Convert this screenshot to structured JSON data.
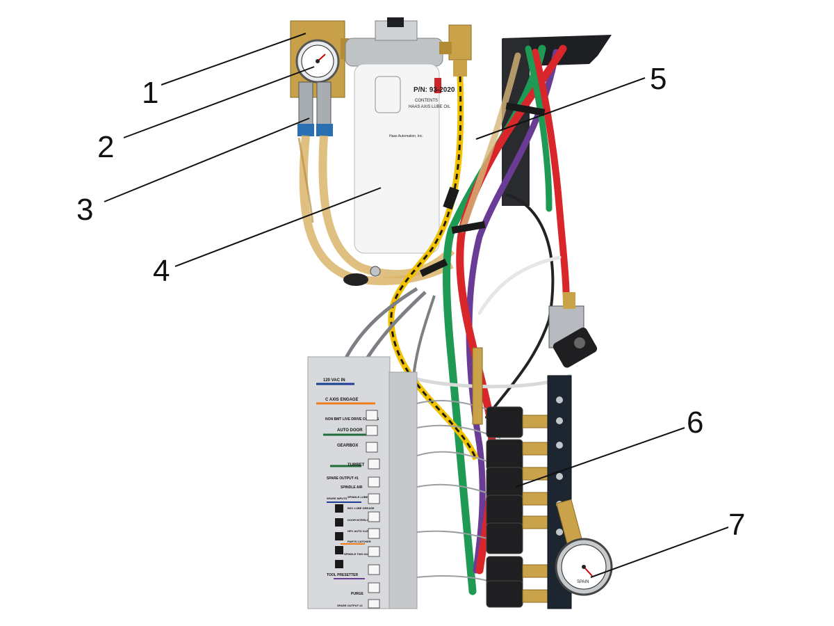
{
  "callouts": [
    "1",
    "2",
    "3",
    "4",
    "5",
    "6",
    "7"
  ],
  "filter": {
    "part_number": "P/N: 93-2020",
    "contents_label": "CONTENTS",
    "contents_value": "HAAS AXIS LUBE OIL",
    "footer": "Haas Automation, Inc."
  },
  "panel_labels": {
    "vac": "120 VAC IN",
    "c_axis": "C AXIS ENGAGE",
    "non_bmt": "NON BMT LIVE DRIVE COOLING",
    "auto_door": "AUTO DOOR",
    "gearbox": "GEARBOX",
    "turret": "TURRET",
    "spare_output_1": "SPARE OUTPUT #1",
    "spindle_air": "SPINDLE AIR",
    "spare_inputs": "SPARE INPUTS",
    "lube_pump": "SPINDLE LUBE PUMP",
    "grease": "BSC LUBE GREASE",
    "door_interlock": "DOOR INTERLOCK",
    "hpc_auto_clean": "HPC AUTO CLEAN",
    "parts_catcher": "PARTS CATCHER",
    "spindle_two": "SPINDLE TWO AUTO-JET",
    "tool_presetter": "TOOL PRESETTER",
    "purge": "PURGE",
    "spare_output_2": "SPARE OUTPUT #2"
  },
  "gauge_label": "SPAIN",
  "colors": {
    "hose_yellow": "#f2c200",
    "hose_red": "#d8262a",
    "hose_green": "#1f9a54",
    "hose_purple": "#6a3c96",
    "clear_tube": "#d9b56a",
    "brass": "#c9a24a",
    "manifold": "#1c2530",
    "panel": "#d7d9dc",
    "filter": "#f4f5f4"
  }
}
